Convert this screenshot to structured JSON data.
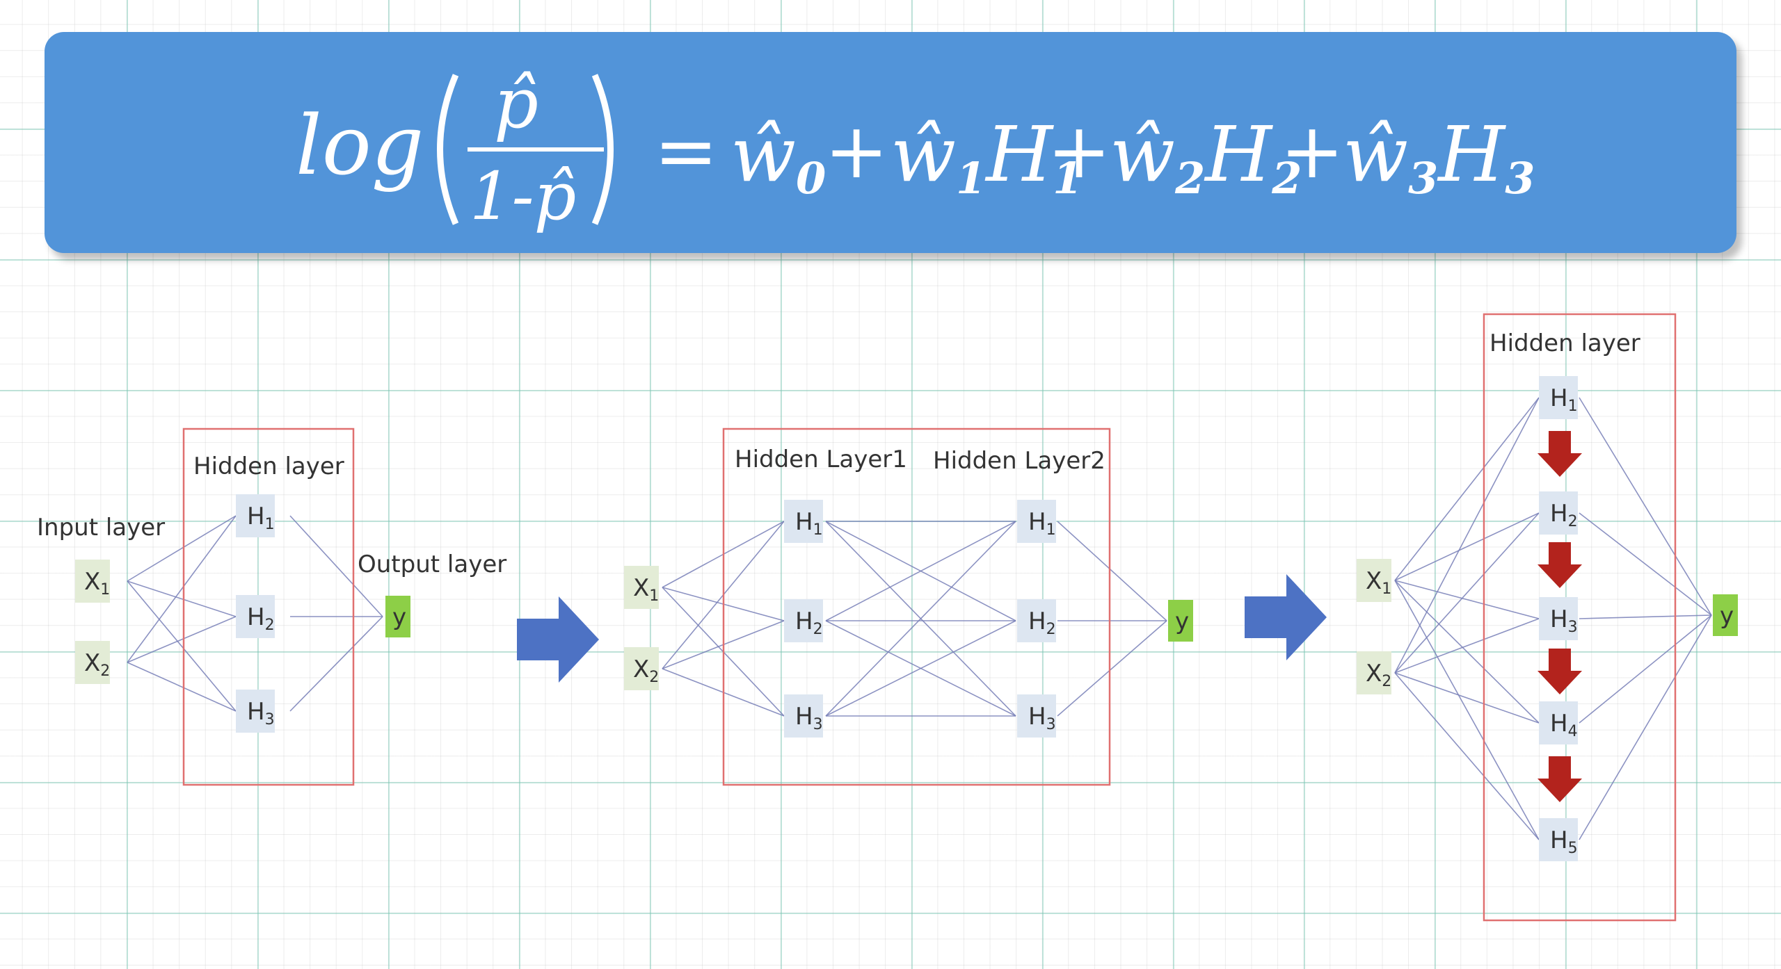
{
  "formula": {
    "lhs_func": "log",
    "num": "p̂",
    "den": "1-p̂",
    "equals": "=",
    "terms": [
      {
        "w": "ŵ",
        "w_sub": "0",
        "h": "",
        "h_sub": ""
      },
      {
        "w": "ŵ",
        "w_sub": "1",
        "h": "H",
        "h_sub": "1"
      },
      {
        "w": "ŵ",
        "w_sub": "2",
        "h": "H",
        "h_sub": "2"
      },
      {
        "w": "ŵ",
        "w_sub": "3",
        "h": "H",
        "h_sub": "3"
      }
    ],
    "plus": "+"
  },
  "diagram1": {
    "input_label": "Input layer",
    "hidden_label": "Hidden layer",
    "output_label": "Output layer",
    "inputs": [
      {
        "t": "X",
        "s": "1"
      },
      {
        "t": "X",
        "s": "2"
      }
    ],
    "hidden": [
      {
        "t": "H",
        "s": "1"
      },
      {
        "t": "H",
        "s": "2"
      },
      {
        "t": "H",
        "s": "3"
      }
    ],
    "output": {
      "t": "y",
      "s": ""
    }
  },
  "diagram2": {
    "hidden1_label": "Hidden Layer1",
    "hidden2_label": "Hidden Layer2",
    "inputs": [
      {
        "t": "X",
        "s": "1"
      },
      {
        "t": "X",
        "s": "2"
      }
    ],
    "hidden1": [
      {
        "t": "H",
        "s": "1"
      },
      {
        "t": "H",
        "s": "2"
      },
      {
        "t": "H",
        "s": "3"
      }
    ],
    "hidden2": [
      {
        "t": "H",
        "s": "1"
      },
      {
        "t": "H",
        "s": "2"
      },
      {
        "t": "H",
        "s": "3"
      }
    ],
    "output": {
      "t": "y",
      "s": ""
    }
  },
  "diagram3": {
    "hidden_label": "Hidden layer",
    "inputs": [
      {
        "t": "X",
        "s": "1"
      },
      {
        "t": "X",
        "s": "2"
      }
    ],
    "hidden": [
      {
        "t": "H",
        "s": "1"
      },
      {
        "t": "H",
        "s": "2"
      },
      {
        "t": "H",
        "s": "3"
      },
      {
        "t": "H",
        "s": "4"
      },
      {
        "t": "H",
        "s": "5"
      }
    ],
    "output": {
      "t": "y",
      "s": ""
    }
  },
  "colors": {
    "banner": "#5294d9",
    "big_arrow": "#4d72c4",
    "down_arrow": "#b3231d",
    "frame": "#e07070",
    "edge": "#7880b8",
    "input_node": "#e3ecd6",
    "hidden_node": "#dde6f1",
    "output_node": "#8dcf47"
  }
}
